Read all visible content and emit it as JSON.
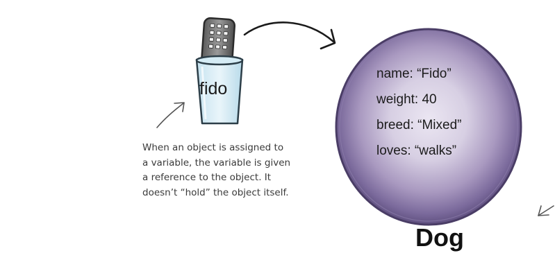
{
  "variable": {
    "name": "fido"
  },
  "object": {
    "properties": [
      {
        "text": "name: “Fido”"
      },
      {
        "text": "weight: 40"
      },
      {
        "text": "breed: “Mixed”"
      },
      {
        "text": "loves: “walks”"
      }
    ],
    "class_name": "Dog",
    "fill_color": "#7b6a9c",
    "center_color": "#ebe6f2"
  },
  "annotation": {
    "lines": [
      "When an object is assigned to",
      "a variable, the variable is given",
      "a reference to the object. It",
      "doesn’t “hold” the object itself."
    ]
  },
  "icons": {
    "remote": "remote-control-icon",
    "cup": "cup-icon"
  }
}
